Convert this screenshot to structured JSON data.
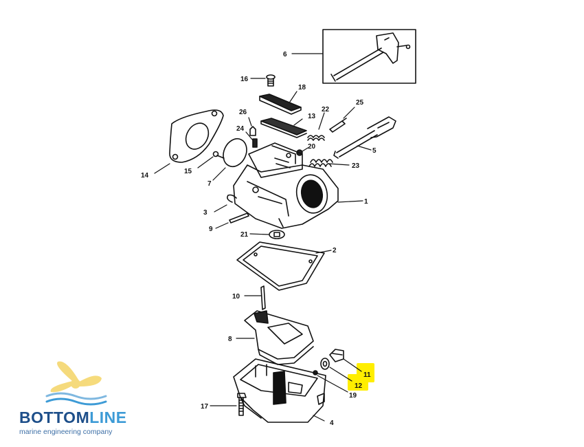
{
  "diagram": {
    "labels": [
      "6",
      "16",
      "18",
      "26",
      "13",
      "22",
      "25",
      "24",
      "20",
      "14",
      "15",
      "7",
      "5",
      "23",
      "1",
      "3",
      "9",
      "21",
      "2",
      "10",
      "8",
      "11",
      "12",
      "19",
      "17",
      "4"
    ],
    "highlighted": [
      "11",
      "12"
    ],
    "highlight_color": "#ffee00"
  },
  "logo": {
    "word_part1": "BOTTOM",
    "word_part2": "LINE",
    "tagline": "marine engineering company",
    "icon": "propeller-icon",
    "colors": {
      "dark_blue": "#1e4f8a",
      "light_blue": "#3d9bd6",
      "propeller": "#f5d76e",
      "wave": "#7fb8e0"
    }
  }
}
